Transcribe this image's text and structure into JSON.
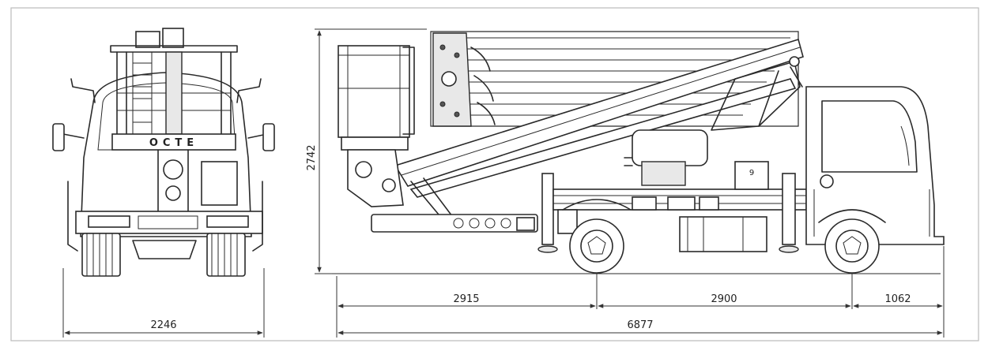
{
  "diagram": {
    "front_view": {
      "width_label": "2246",
      "boom_plate_text": "OCTE"
    },
    "side_view": {
      "height_label": "2742",
      "front_overhang_label": "2915",
      "wheelbase_label": "2900",
      "rear_overhang_label": "1062",
      "total_length_label": "6877"
    }
  },
  "colors": {
    "line": "#2a2a2a",
    "background": "#ffffff",
    "frame": "#bbbbbb"
  }
}
